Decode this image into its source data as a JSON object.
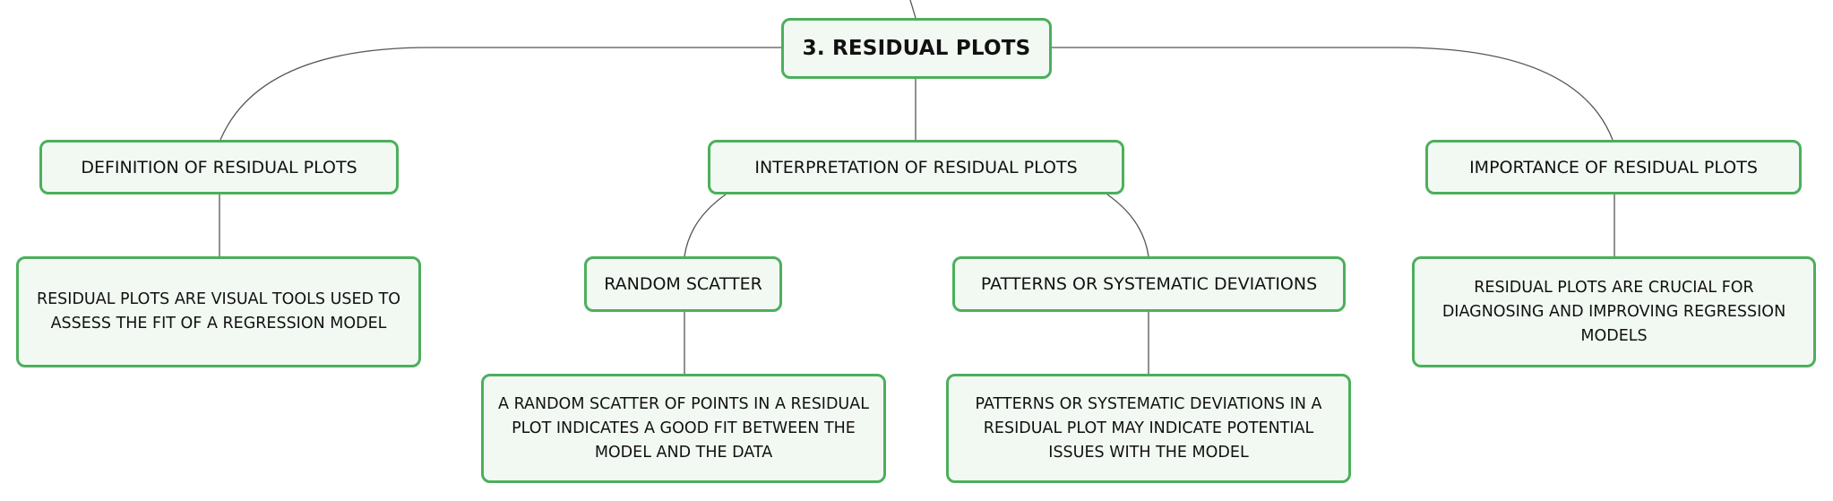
{
  "root": {
    "label": "3. RESIDUAL PLOTS"
  },
  "branches": {
    "definition": {
      "label": "DEFINITION OF RESIDUAL PLOTS",
      "detail": "RESIDUAL PLOTS ARE VISUAL TOOLS USED TO ASSESS THE FIT OF A REGRESSION MODEL"
    },
    "interpretation": {
      "label": "INTERPRETATION OF RESIDUAL PLOTS",
      "children": {
        "random_scatter": {
          "label": "RANDOM SCATTER",
          "detail": "A RANDOM SCATTER OF POINTS IN A RESIDUAL PLOT INDICATES A GOOD FIT BETWEEN THE MODEL AND THE DATA"
        },
        "patterns": {
          "label": "PATTERNS OR SYSTEMATIC DEVIATIONS",
          "detail": "PATTERNS OR SYSTEMATIC DEVIATIONS IN A RESIDUAL PLOT MAY INDICATE POTENTIAL ISSUES WITH THE MODEL"
        }
      }
    },
    "importance": {
      "label": "IMPORTANCE OF RESIDUAL PLOTS",
      "detail": "RESIDUAL PLOTS ARE CRUCIAL FOR DIAGNOSING AND IMPROVING REGRESSION MODELS"
    }
  },
  "colors": {
    "node_border": "#4caf5c",
    "node_fill": "#f2f9f3",
    "connector": "#555555"
  }
}
